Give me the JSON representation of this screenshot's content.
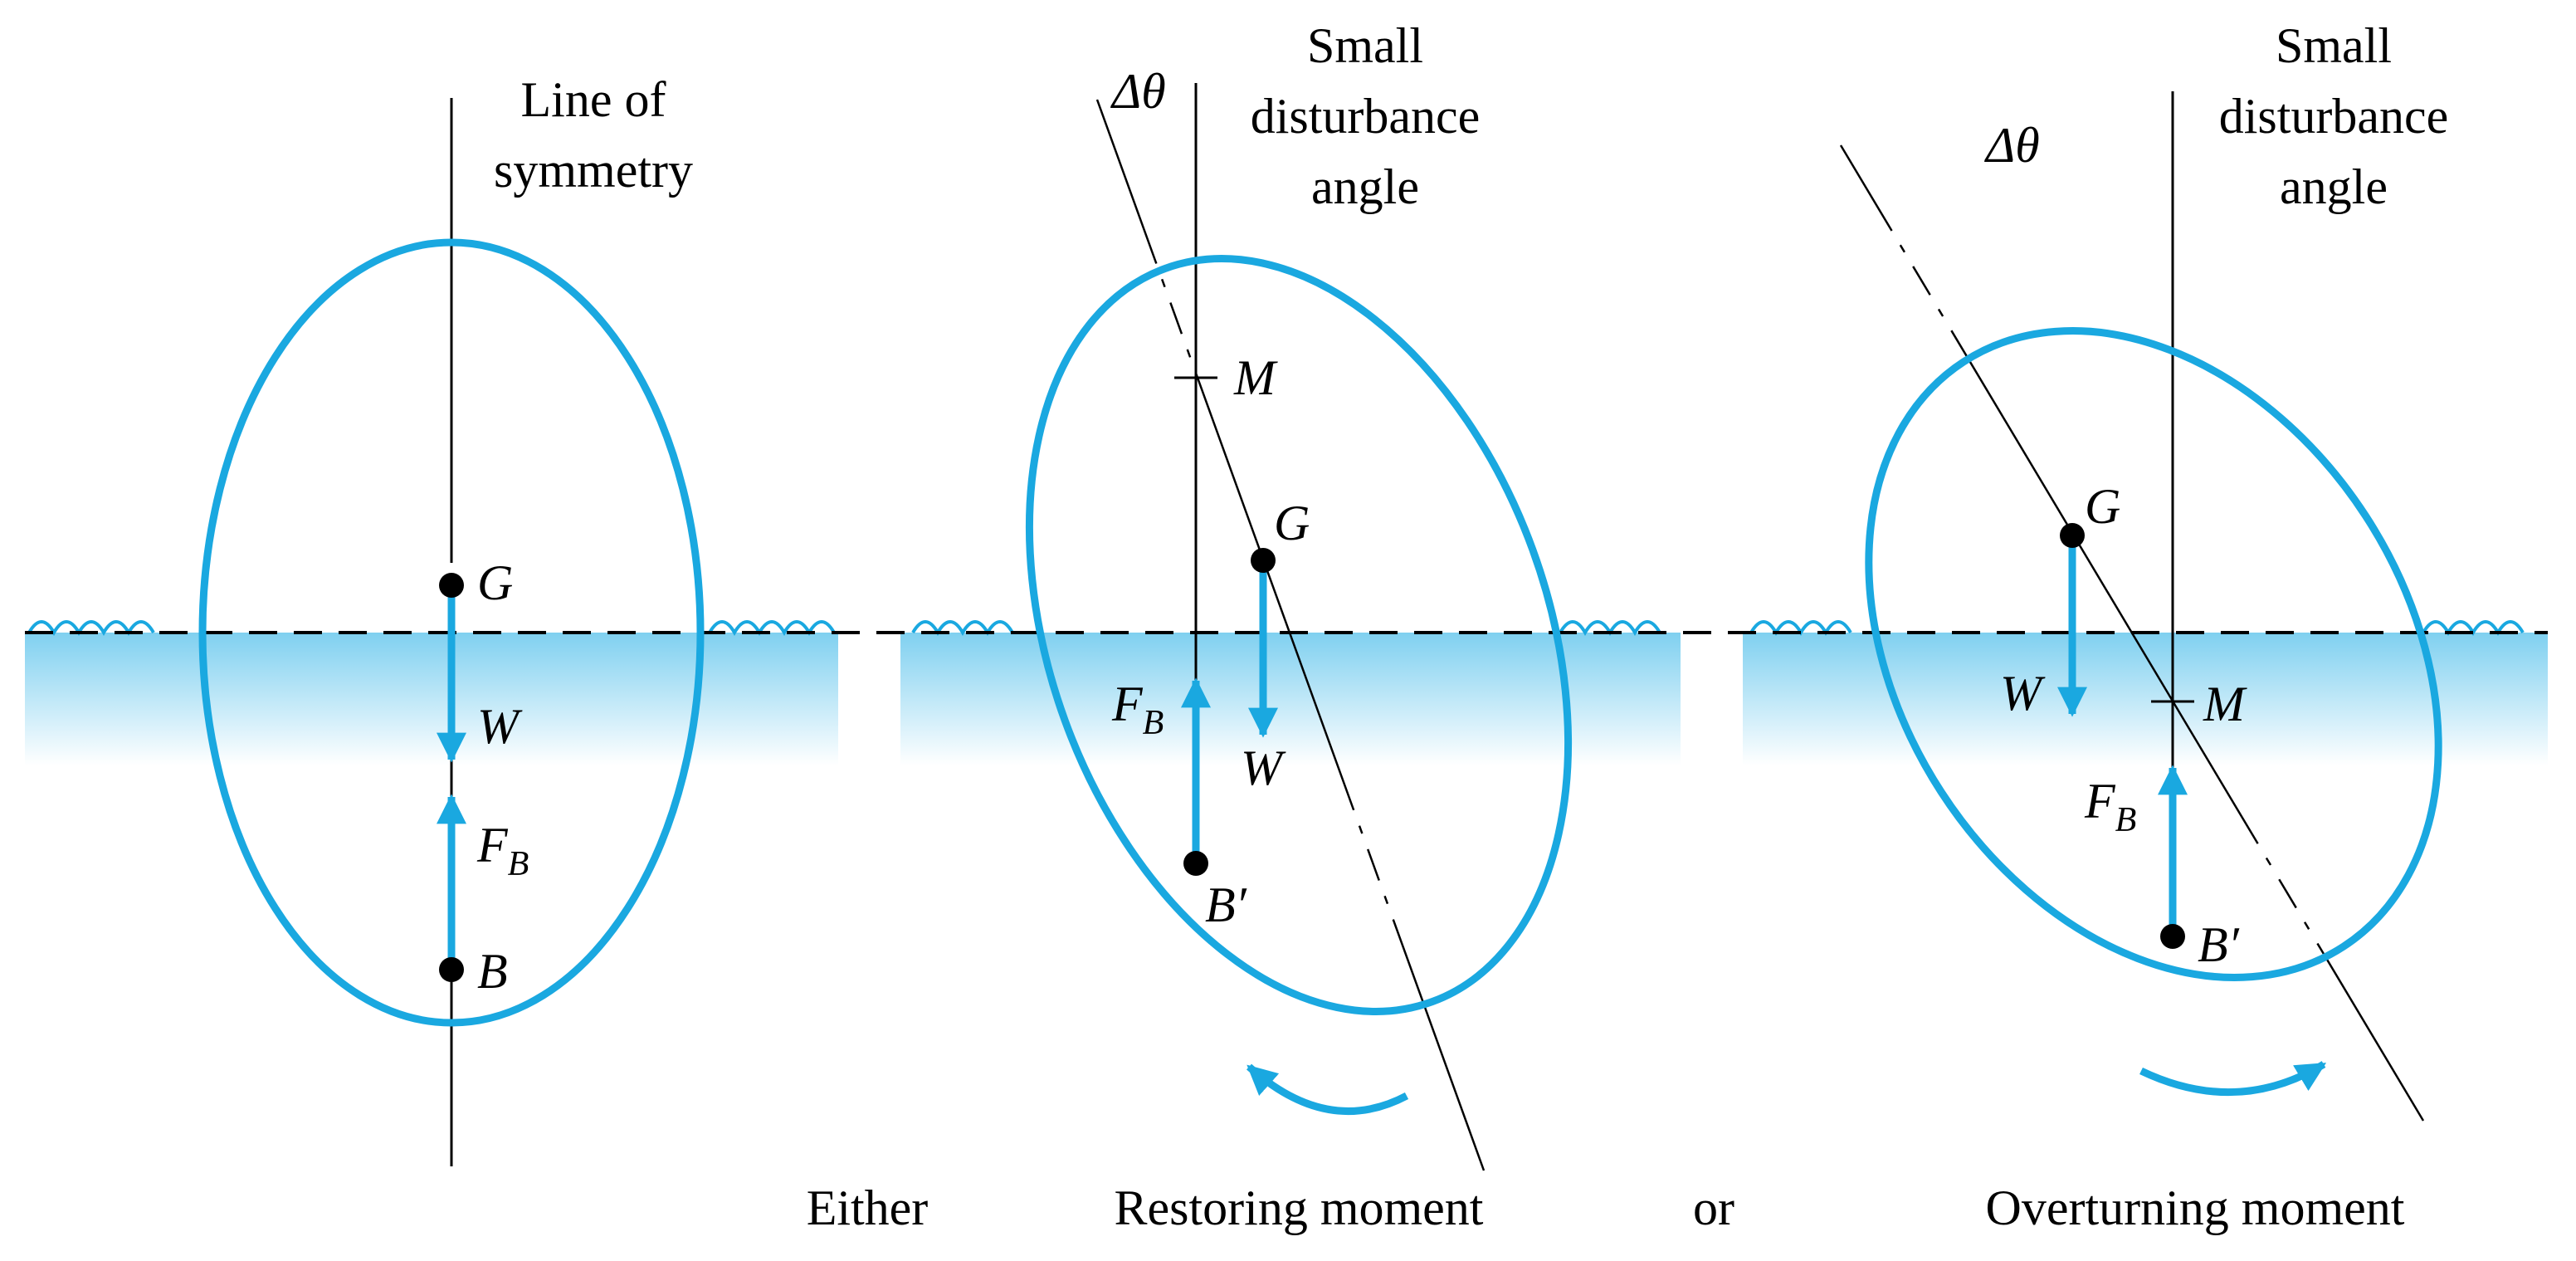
{
  "colors": {
    "body": "#1aa8e0",
    "water_top": "#7fd0f0",
    "water_bottom": "#ffffff",
    "ink": "#000000"
  },
  "panel1": {
    "axis_label_line1": "Line of",
    "axis_label_line2": "symmetry",
    "label_G": "G",
    "label_W": "W",
    "label_F": "F",
    "label_F_sub": "B",
    "label_B": "B"
  },
  "panel2": {
    "angle_label": "Δθ",
    "note_line1": "Small",
    "note_line2": "disturbance",
    "note_line3": "angle",
    "label_M": "M",
    "label_G": "G",
    "label_W": "W",
    "label_F": "F",
    "label_F_sub": "B",
    "label_B": "B′",
    "moment_caption": "Restoring moment"
  },
  "panel3": {
    "angle_label": "Δθ",
    "note_line1": "Small",
    "note_line2": "disturbance",
    "note_line3": "angle",
    "label_G": "G",
    "label_W": "W",
    "label_M": "M",
    "label_F": "F",
    "label_F_sub": "B",
    "label_B": "B′",
    "moment_caption": "Overturning moment"
  },
  "captions": {
    "either": "Either",
    "or": "or"
  }
}
